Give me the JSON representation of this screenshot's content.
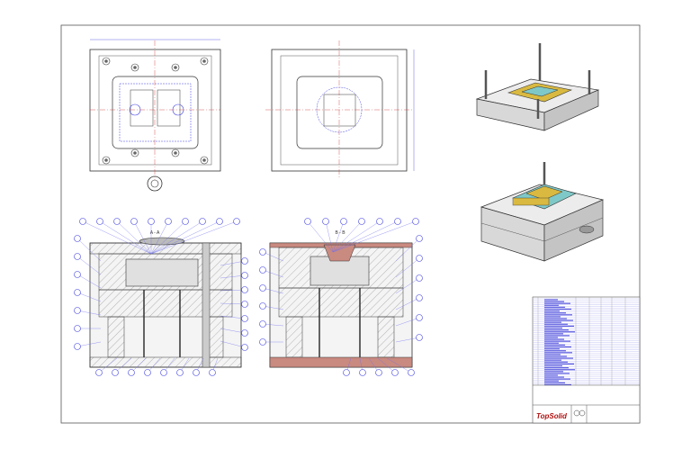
{
  "drawing": {
    "section_a_label": "A - A",
    "section_b_label": "B - B",
    "title_block": {
      "logo_text": "TopSolid"
    }
  },
  "colors": {
    "line": "#333333",
    "dimension": "#4040e0",
    "plate": "#e8e8e8",
    "hatch": "#777777",
    "clamp_plate": "#c98a80",
    "cavity": "#d9b940",
    "insert": "#7fc8c8"
  }
}
